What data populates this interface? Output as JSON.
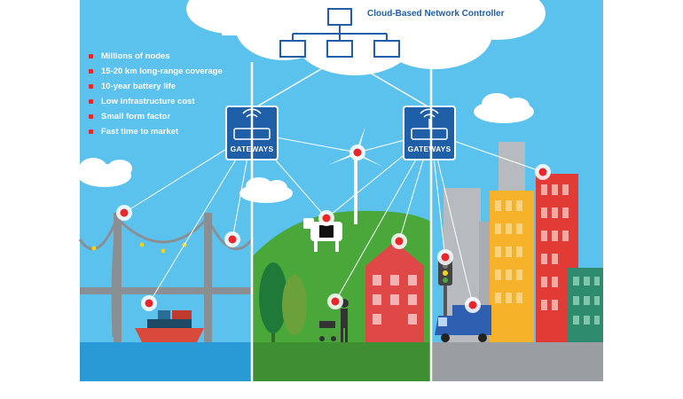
{
  "controller": {
    "title": "Cloud-Based Network Controller"
  },
  "features": [
    "Millions of nodes",
    "15-20 km long-range coverage",
    "10-year battery life",
    "Low infrastructure cost",
    "Small form factor",
    "Fast time to market"
  ],
  "gateways": [
    {
      "label": "GATEWAYS"
    },
    {
      "label": "GATEWAYS"
    }
  ],
  "colors": {
    "sky": "#5bc2ee",
    "gateway": "#1f5fa8",
    "node": "#e8262b",
    "grass": "#4aa83b",
    "water": "#2a9ad6"
  }
}
